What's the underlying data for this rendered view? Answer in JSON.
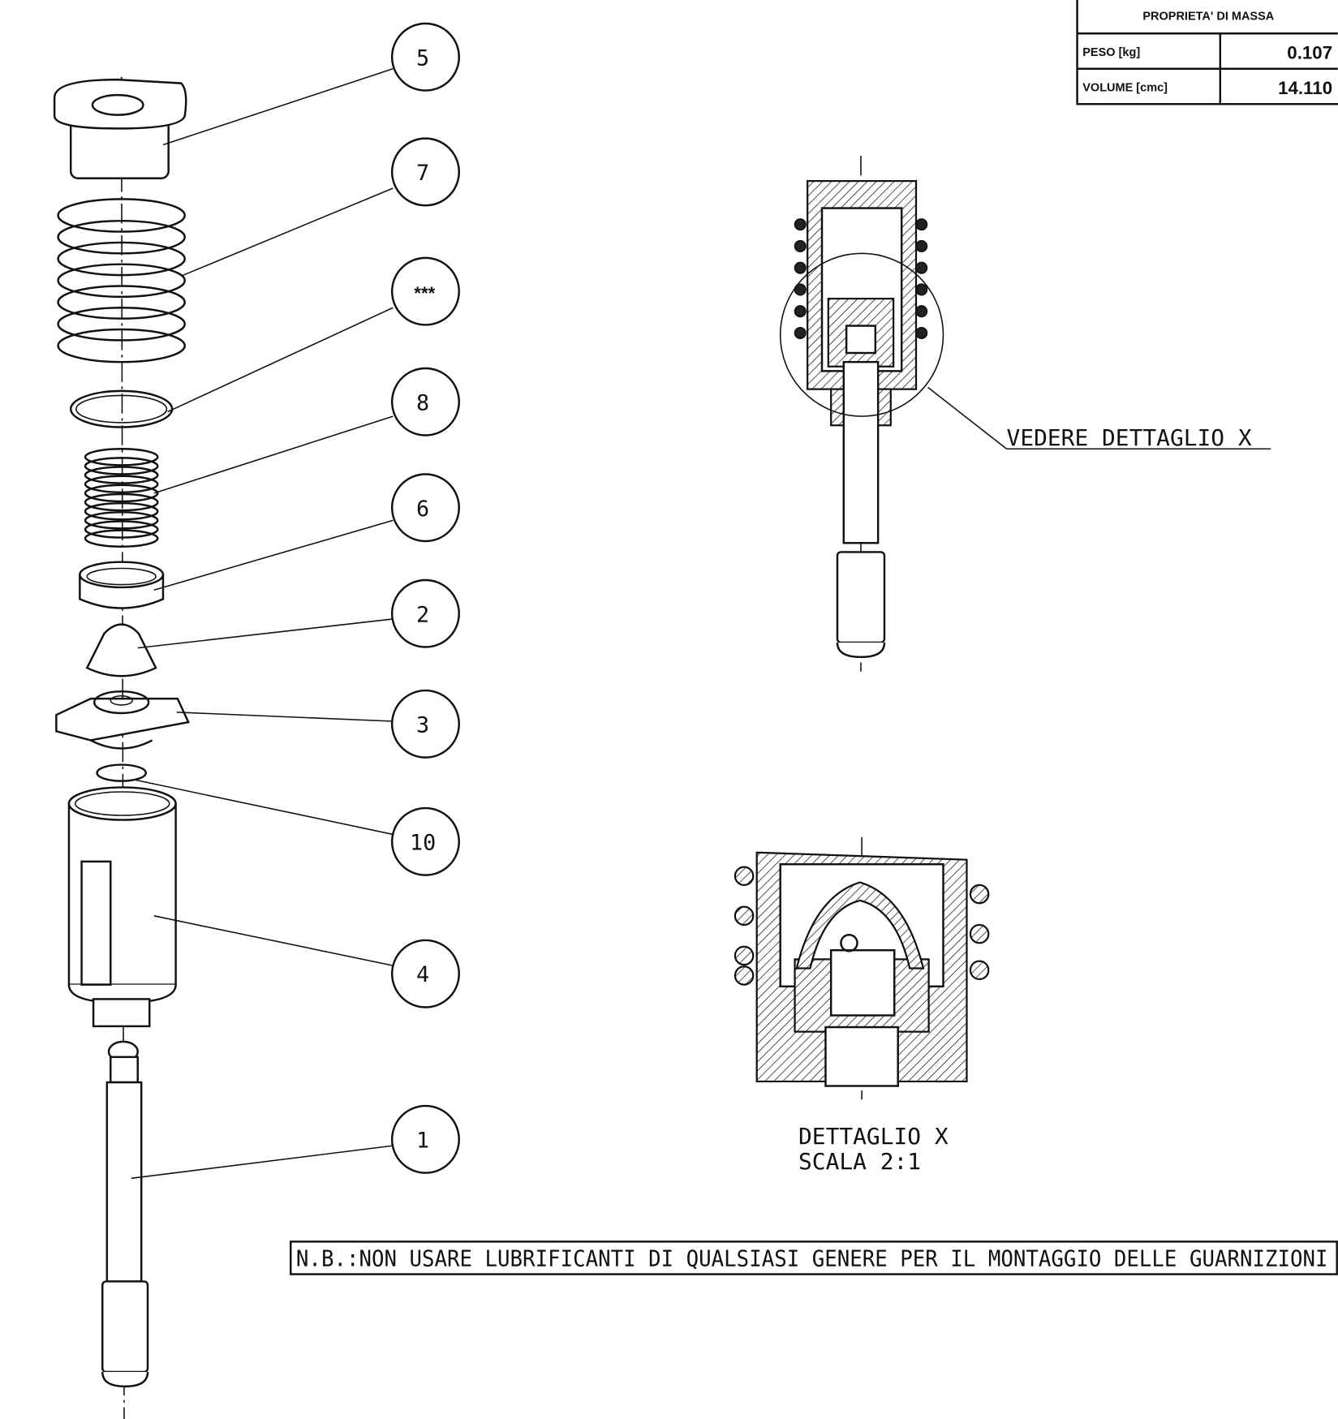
{
  "mass_table": {
    "title": "PROPRIETA' DI MASSA",
    "rows": [
      {
        "label": "PESO [kg]",
        "value": "0.107"
      },
      {
        "label": "VOLUME [cmc]",
        "value": "14.110"
      }
    ]
  },
  "balloons": [
    "5",
    "7",
    "***",
    "8",
    "6",
    "2",
    "3",
    "10",
    "4",
    "1"
  ],
  "section_view": {
    "callout": "VEDERE DETTAGLIO  X"
  },
  "detail_view": {
    "title": "DETTAGLIO  X",
    "scale": "SCALA  2:1"
  },
  "note": "N.B.:NON USARE LUBRIFICANTI DI QUALSIASI GENERE PER IL MONTAGGIO DELLE GUARNIZIONI"
}
